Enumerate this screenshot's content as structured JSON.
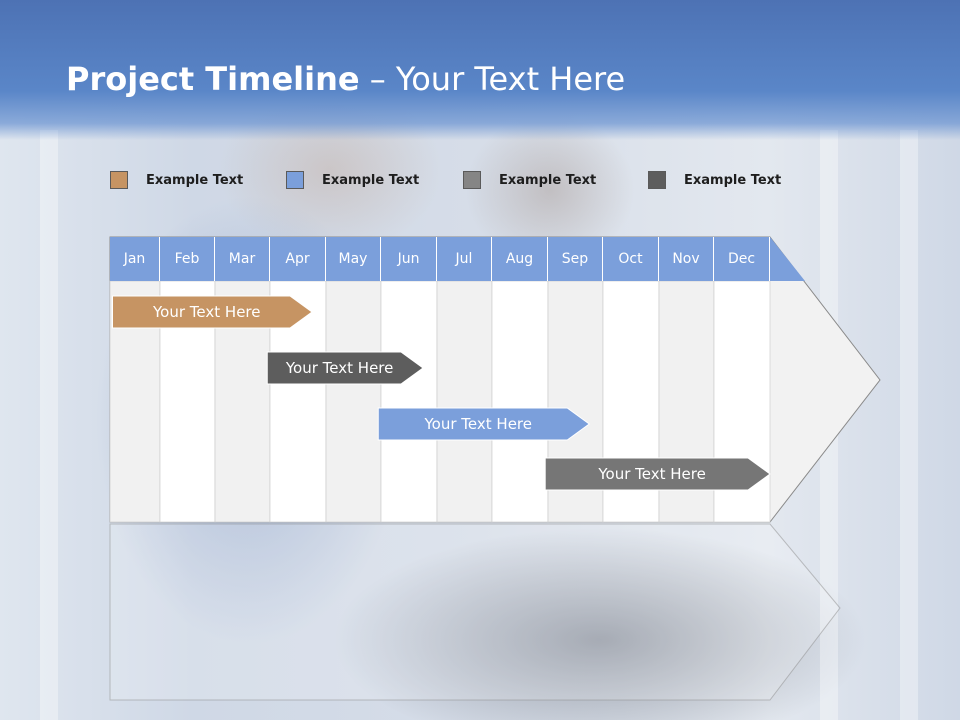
{
  "slide": {
    "title_strong": "Project Timeline",
    "title_rest": " – Your Text Here"
  },
  "legend": [
    {
      "label": "Example Text",
      "color": "#c69463"
    },
    {
      "label": "Example Text",
      "color": "#7b9fdb"
    },
    {
      "label": "Example Text",
      "color": "#858585"
    },
    {
      "label": "Example Text",
      "color": "#5d5d5d"
    }
  ],
  "timeline": {
    "months": [
      "Jan",
      "Feb",
      "Mar",
      "Apr",
      "May",
      "Jun",
      "Jul",
      "Aug",
      "Sep",
      "Oct",
      "Nov",
      "Dec"
    ],
    "header_color": "#7b9fdb",
    "column_shades": [
      "#f1f1f1",
      "#ffffff"
    ],
    "tasks": [
      {
        "label": "Your  Text Here",
        "start_month": 0.05,
        "end_month": 3.75,
        "color": "#c69463"
      },
      {
        "label": "Your  Text Here",
        "start_month": 2.95,
        "end_month": 5.75,
        "color": "#5d5d5d"
      },
      {
        "label": "Your  Text Here",
        "start_month": 4.95,
        "end_month": 8.75,
        "color": "#7b9fdb"
      },
      {
        "label": "Your  Text Here",
        "start_month": 7.95,
        "end_month": 12.0,
        "color": "#767676"
      }
    ]
  }
}
